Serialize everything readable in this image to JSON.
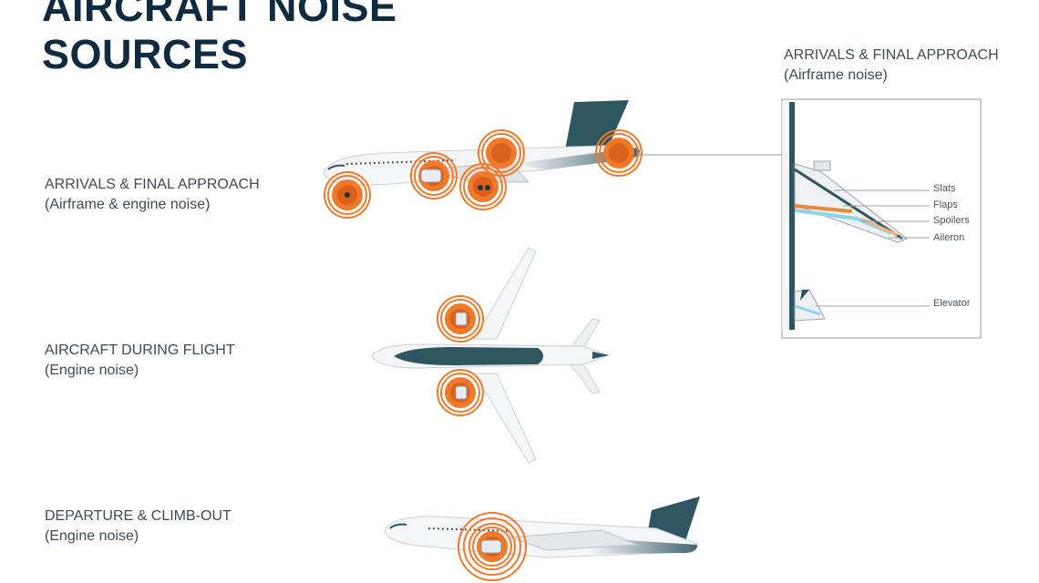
{
  "title": {
    "line1": "AIRCRAFT NOISE",
    "line2": "SOURCES"
  },
  "sections": [
    {
      "heading": "ARRIVALS & FINAL APPROACH",
      "sub": "(Airframe & engine noise)"
    },
    {
      "heading": "AIRCRAFT DURING FLIGHT",
      "sub": "(Engine noise)"
    },
    {
      "heading": "DEPARTURE & CLIMB-OUT",
      "sub": "(Engine noise)"
    }
  ],
  "detail": {
    "heading": "ARRIVALS & FINAL APPROACH",
    "sub": "(Airframe noise)",
    "callouts": [
      "Slats",
      "Flaps",
      "Spoilers",
      "Aileron",
      "Elevator"
    ]
  },
  "colors": {
    "noise_orange": "#f07a2a",
    "tail_teal": "#2f5562",
    "title_navy": "#102a3f",
    "flap_orange": "#e8883a",
    "spoiler_blue": "#8fd3e6"
  }
}
